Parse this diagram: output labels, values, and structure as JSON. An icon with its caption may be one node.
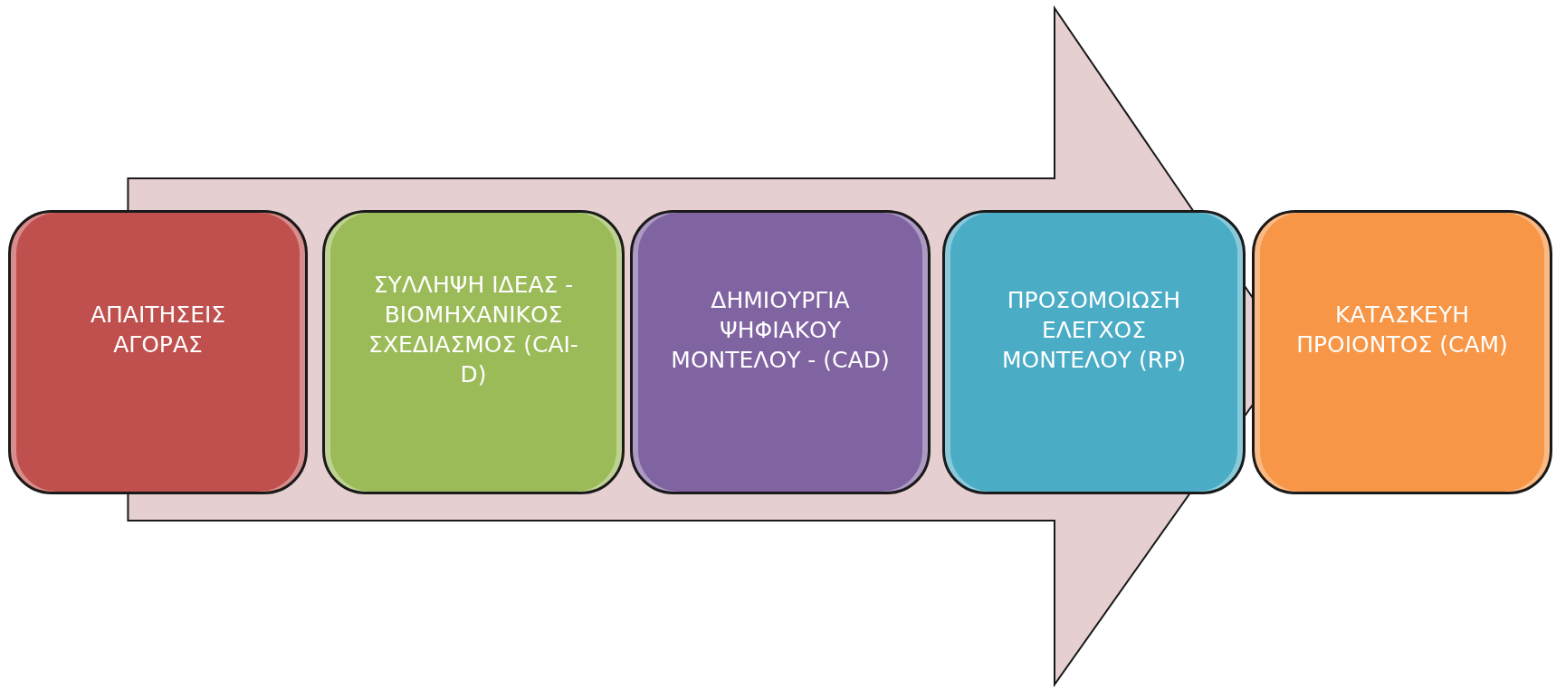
{
  "diagram": {
    "nodes": [
      {
        "text": [
          "ΑΠΑΙΤΗΣΕΙΣ ΑΓΟΡΑΣ"
        ]
      },
      {
        "text": [
          "ΣΥΛΛΗΨΗ ΙΔΕΑΣ - ΒΙΟΜΗΧΑΝΙΚΟΣ ΣΧΕΔΙΑΣΜΟΣ (CAI-D)"
        ]
      },
      {
        "text": [
          "ΔΗΜΙΟΥΡΓΙΑ ΨΗΦΙΑΚΟΥ ΜΟΝΤΕΛΟΥ - (CAD)"
        ]
      },
      {
        "text": [
          "ΠΡΟΣΟΜΟΙΩΣΗ ΕΛΕΓΧΟΣ ΜΟΝΤΕΛΟΥ (RP)"
        ]
      },
      {
        "text": [
          "ΚΑΤΑΣΚΕΥΗ ΠΡΟΙΟΝΤΟΣ (CAM)"
        ]
      }
    ],
    "edges": [
      {
        "from": 0,
        "to": 4,
        "arrow": "to"
      }
    ]
  }
}
